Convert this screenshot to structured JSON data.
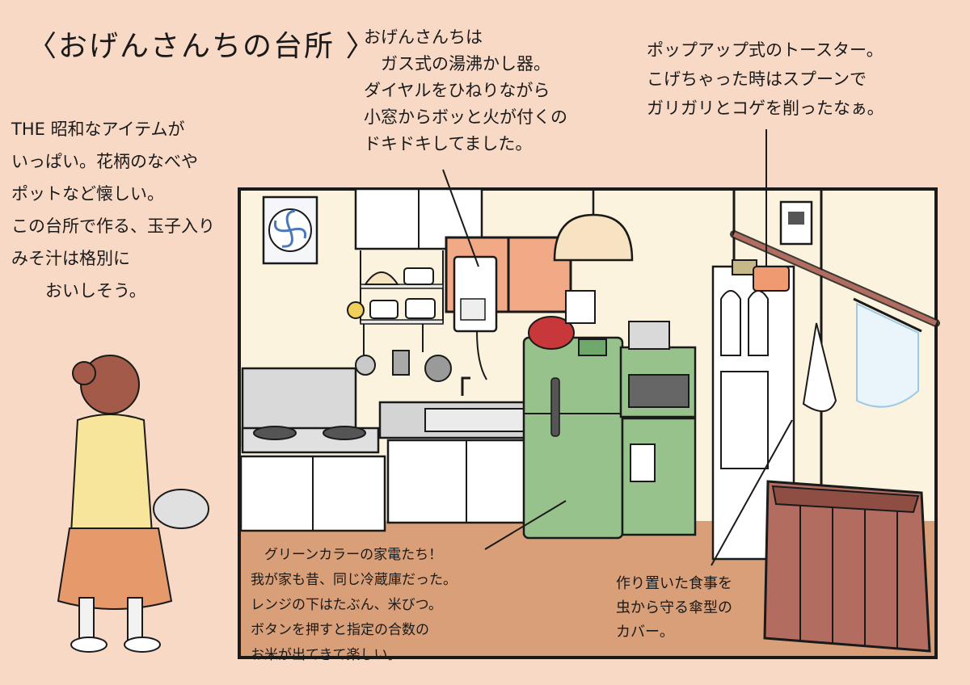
{
  "title": "〈おげんさんちの台所 〉",
  "annotations": {
    "left_note": [
      "THE 昭和なアイテムが",
      "いっぱい。花柄のなべや",
      "ポットなど懐しい。",
      "この台所で作る、玉子入り",
      "みそ汁は格別に",
      "　　おいしそう。"
    ],
    "heater_note": [
      "おげんさんちは",
      "　ガス式の湯沸かし器。",
      "ダイヤルをひねりながら",
      "小窓からボッと火が付くの",
      "ドキドキしてました。"
    ],
    "toaster_note": [
      "ポップアップ式のトースター。",
      "こげちゃった時はスプーンで",
      "ガリガリとコゲを削ったなぁ。"
    ],
    "green_note": [
      "　グリーンカラーの家電たち！",
      "我が家も昔、同じ冷蔵庫だった。",
      "レンジの下はたぶん、米びつ。",
      "ボタンを押すと指定の合数の",
      "お米が出てきて楽しい。"
    ],
    "cover_note": [
      "作り置いた食事を",
      "虫から守る傘型の",
      "カバー。"
    ]
  },
  "colors": {
    "background": "#f8d9c6",
    "wall": "#fbf3dd",
    "floor": "#d89f78",
    "appliance_green": "#98c28c",
    "window": "#f2a985",
    "crate": "#b26c60",
    "line": "#1a1a1a"
  }
}
